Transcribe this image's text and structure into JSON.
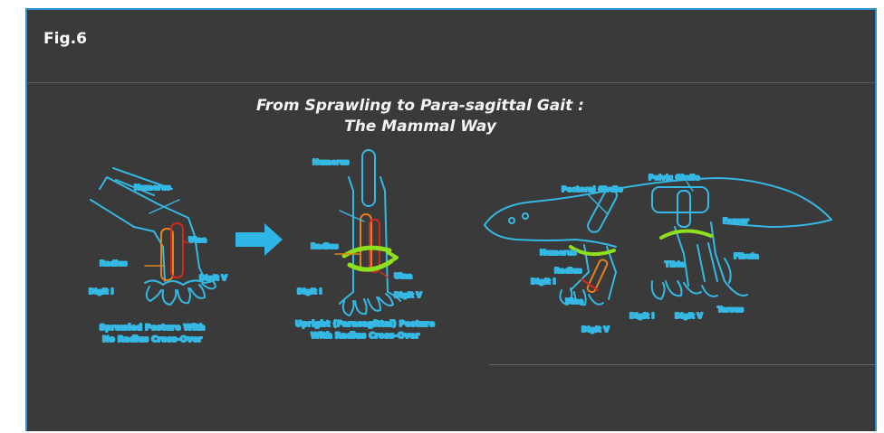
{
  "figure": {
    "label": "Fig.6",
    "title_line1": "From Sprawling to Para-sagittal Gait :",
    "title_line2": "The Mammal Way"
  },
  "left_limb": {
    "labels": {
      "humerus": "Humerus",
      "ulna": "Ulna",
      "radius": "Radius",
      "digit_v": "Digit V",
      "digit_i": "Digit I"
    },
    "caption_line1": "Sprawled Posture With",
    "caption_line2": "No Radius Cross-Over"
  },
  "middle_limb": {
    "labels": {
      "humerus": "Humerus",
      "radius": "Radius",
      "ulna": "Ulna",
      "digit_i": "Digit I",
      "digit_v": "Digit V"
    },
    "caption_line1": "Upright (Parasagittal) Posture",
    "caption_line2": "With Radius Cross-Over"
  },
  "animal": {
    "labels": {
      "pectoral_girdle": "Pectoral Girdle",
      "pelvic_girdle": "Pelvic Girdle",
      "femur": "Femur",
      "fibula": "Fibula",
      "tibia": "Tibia",
      "humerus": "Humerus",
      "radius": "Radius",
      "digit_i_front": "Digit I",
      "ulna": "Ulna",
      "digit_v_front": "Digit V",
      "digit_i_hind": "Digit I",
      "digit_v_hind": "Digit V",
      "tarsus": "Tarsus"
    }
  },
  "colors": {
    "outline": "#35b9e4",
    "radius": "#e2821e",
    "ulna": "#d12a1c",
    "rotation_arrow": "#8fe01c",
    "frame_border": "#2b8fd0",
    "background": "#3a3a3b"
  }
}
